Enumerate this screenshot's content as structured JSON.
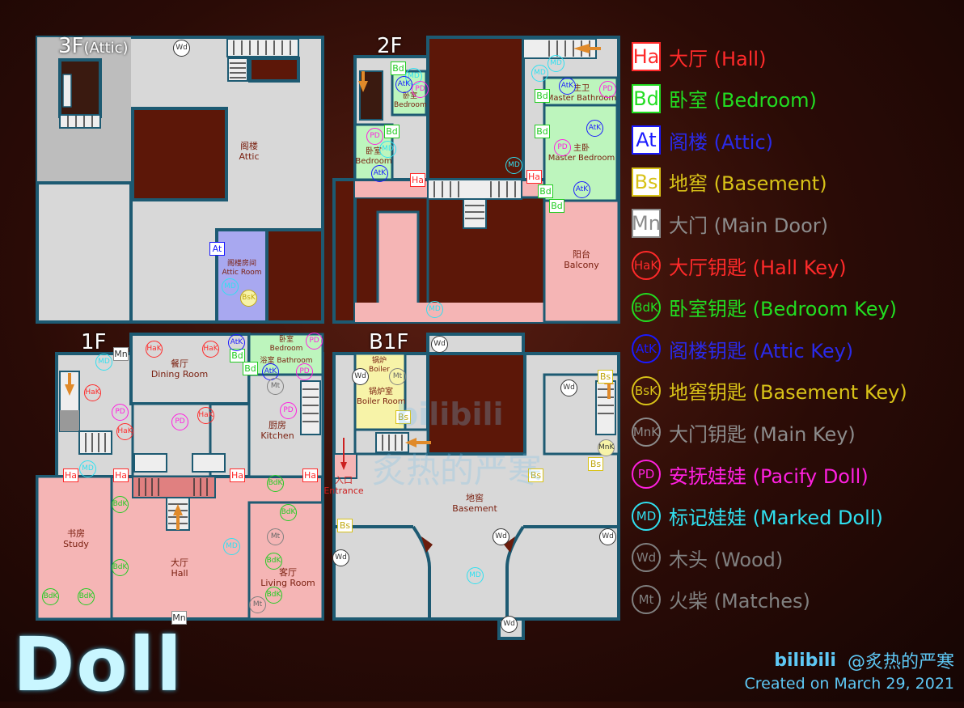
{
  "floors": {
    "f3": {
      "label": "3F",
      "sub": "(Attic)"
    },
    "f2": {
      "label": "2F"
    },
    "f1": {
      "label": "1F"
    },
    "b1": {
      "label": "B1F"
    }
  },
  "rooms": {
    "attic": [
      "阁楼",
      "Attic"
    ],
    "attic_room": [
      "阁楼房间",
      "Attic Room"
    ],
    "bedroom_2f_small": [
      "卧室",
      "Bedroom"
    ],
    "bedroom_2f": [
      "卧室",
      "Bedroom"
    ],
    "master_bath": [
      "主卫",
      "Master Bathroom"
    ],
    "master_bed": [
      "主卧",
      "Master Bedroom"
    ],
    "balcony": [
      "阳台",
      "Balcony"
    ],
    "dining": [
      "餐厅",
      "Dining Room"
    ],
    "bedroom_1f": [
      "卧室",
      "Bedroom"
    ],
    "bathroom_1f": [
      "浴室",
      "Bathroom"
    ],
    "kitchen": [
      "厨房",
      "Kitchen"
    ],
    "study": [
      "书房",
      "Study"
    ],
    "hall": [
      "大厅",
      "Hall"
    ],
    "living": [
      "客厅",
      "Living Room"
    ],
    "boiler": [
      "锅炉",
      "Boiler"
    ],
    "boiler_room": [
      "锅炉室",
      "Boiler Room"
    ],
    "entrance": [
      "入口",
      "Entrance"
    ],
    "basement": [
      "地窖",
      "Basement"
    ]
  },
  "legend": [
    {
      "code": "Ha",
      "zh": "大厅",
      "en": "(Hall)",
      "shape": "square",
      "color": "#ff2a2a",
      "fill": "#ffffff"
    },
    {
      "code": "Bd",
      "zh": "卧室",
      "en": "(Bedroom)",
      "shape": "square",
      "color": "#22dd22",
      "fill": "#ffffff"
    },
    {
      "code": "At",
      "zh": "阁楼",
      "en": "(Attic)",
      "shape": "square",
      "color": "#1a1aff",
      "fill": "#ffffff"
    },
    {
      "code": "Bs",
      "zh": "地窖",
      "en": "(Basement)",
      "shape": "square",
      "color": "#d8c218",
      "fill": "#ffffff"
    },
    {
      "code": "Mn",
      "zh": "大门",
      "en": "(Main Door)",
      "shape": "square",
      "color": "#8c8c8c",
      "fill": "#ffffff"
    },
    {
      "code": "HaK",
      "zh": "大厅钥匙",
      "en": "(Hall Key)",
      "shape": "circle",
      "color": "#ff2a2a"
    },
    {
      "code": "BdK",
      "zh": "卧室钥匙",
      "en": "(Bedroom Key)",
      "shape": "circle",
      "color": "#22dd22"
    },
    {
      "code": "AtK",
      "zh": "阁楼钥匙",
      "en": "(Attic Key)",
      "shape": "circle",
      "color": "#1a1aff"
    },
    {
      "code": "BsK",
      "zh": "地窖钥匙",
      "en": "(Basement Key)",
      "shape": "circle",
      "color": "#d8c218"
    },
    {
      "code": "MnK",
      "zh": "大门钥匙",
      "en": "(Main Key)",
      "shape": "circle",
      "color": "#8c8c8c"
    },
    {
      "code": "PD",
      "zh": "安抚娃娃",
      "en": "(Pacify Doll)",
      "shape": "circle",
      "color": "#ff20e0"
    },
    {
      "code": "MD",
      "zh": "标记娃娃",
      "en": "(Marked Doll)",
      "shape": "circle",
      "color": "#30e0f0"
    },
    {
      "code": "Wd",
      "zh": "木头",
      "en": "(Wood)",
      "shape": "circle",
      "color": "#808080"
    },
    {
      "code": "Mt",
      "zh": "火柴",
      "en": "(Matches)",
      "shape": "circle",
      "color": "#808080"
    }
  ],
  "colors": {
    "wall": "#1d5a72",
    "floor": "#d8d8d8",
    "hall_zone": "#f5b5b5",
    "bedroom_zone": "#bdf5bd",
    "attic_zone": "#a8a8f0",
    "basement_zone": "#f7f3a8",
    "void": "#6b1c0c",
    "key_arrow": "#e08a2a"
  },
  "title": "Doll",
  "credit": {
    "handle": "@炙热的严寒",
    "logo": "bilibili",
    "date": "Created on March 29, 2021"
  },
  "watermark": {
    "logo": "bilibili",
    "name": "炙热的严寒"
  }
}
